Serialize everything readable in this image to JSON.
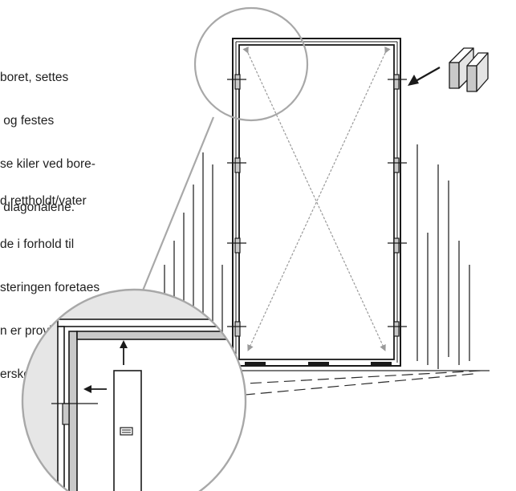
{
  "instructions": {
    "paragraph_1": [
      "boret, settes",
      " og festes",
      "se kiler ved bore-",
      " diagonalene."
    ],
    "paragraph_2": [
      "d rettholdt/vater",
      "de i forhold til",
      "steringen foretaes",
      "n er provisorisk",
      "erskelen også"
    ]
  },
  "icons": {
    "wedges": "wedge-pair-icon",
    "arrow_to_wedges": "arrow-left-icon",
    "detail_arrow_up": "arrow-up-icon",
    "detail_arrow_left": "arrow-left-icon"
  },
  "colors": {
    "line": "#1a1a1a",
    "frame_fill": "#d4d4d4",
    "diagonal": "#9a9a9a",
    "detail_wall": "#e6e6e6",
    "callout": "#a8a8a8"
  }
}
